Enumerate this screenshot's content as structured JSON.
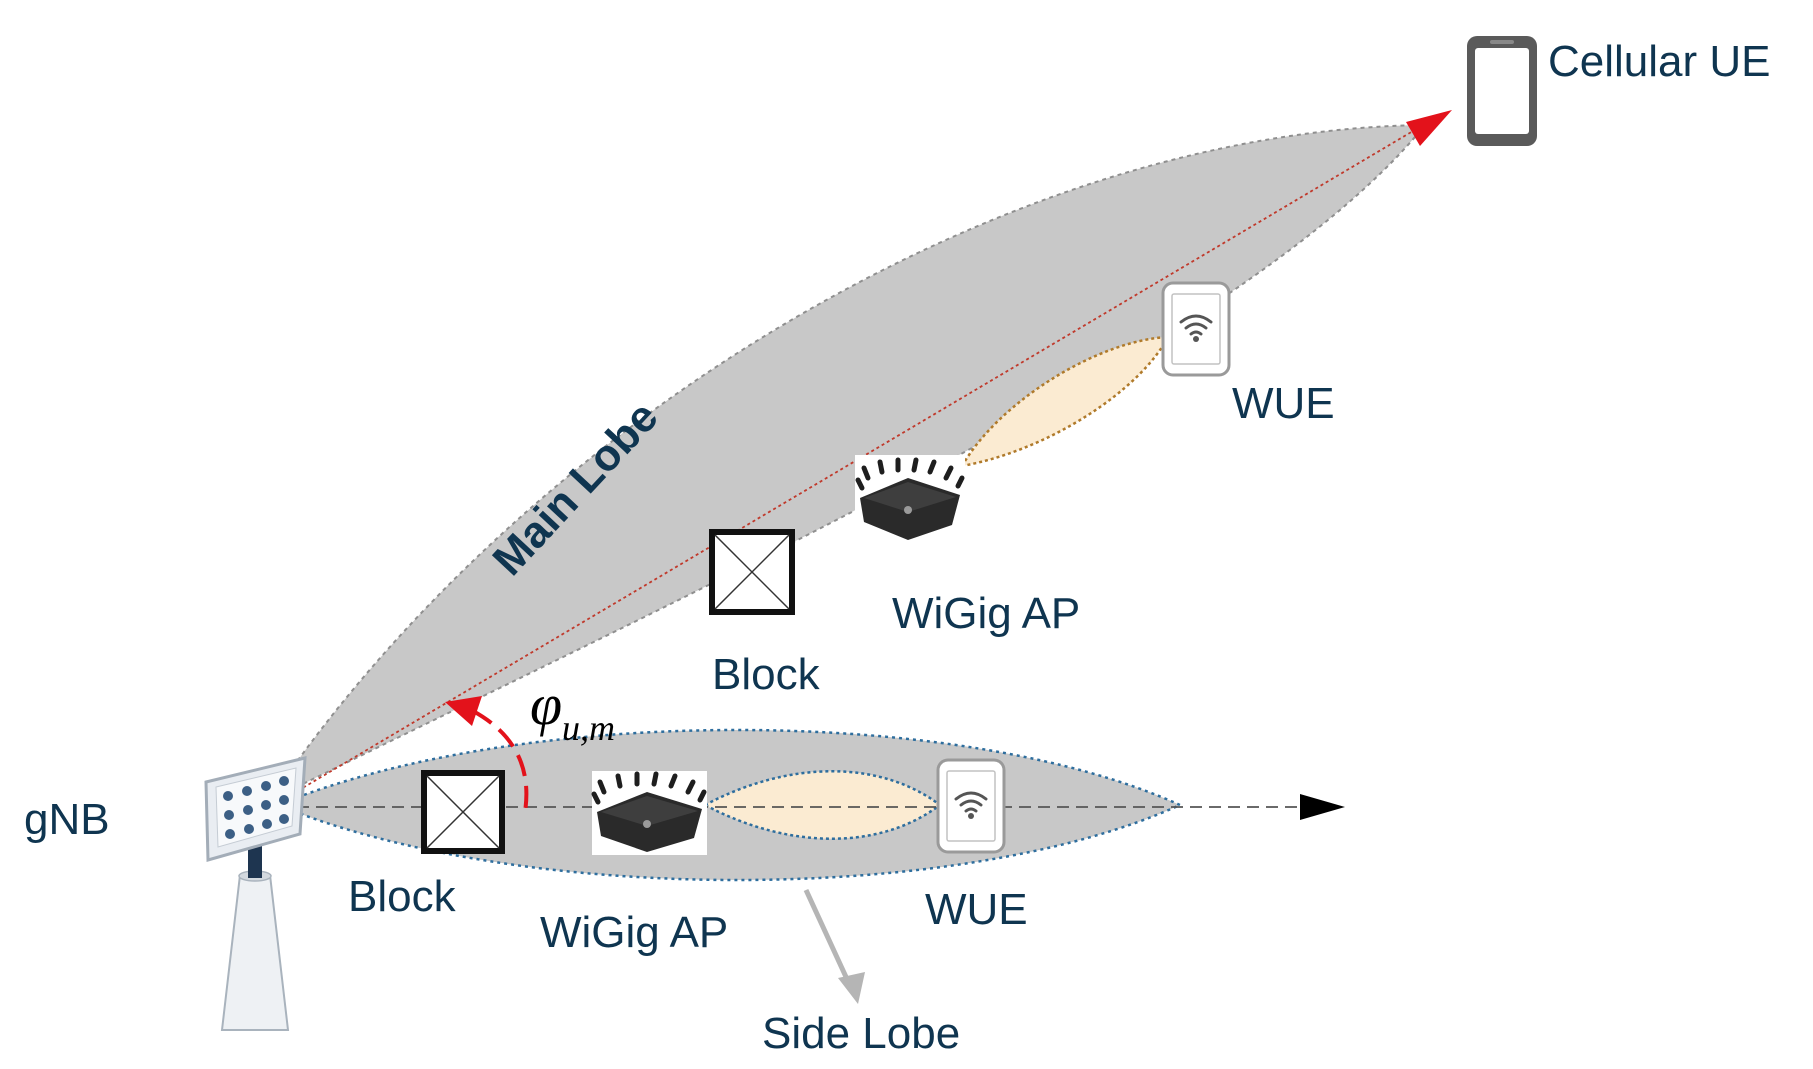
{
  "diagram": {
    "labels": {
      "cellular_ue": "Cellular UE",
      "main_lobe": "Main Lobe",
      "wue_main": "WUE",
      "wigig_ap_main": "WiGig AP",
      "block_main": "Block",
      "gnb": "gNB",
      "block_side": "Block",
      "wigig_ap_side": "WiGig AP",
      "wue_side": "WUE",
      "side_lobe": "Side Lobe",
      "angle_symbol": "φ",
      "angle_subscript": "u,m"
    },
    "colors": {
      "lobe_fill": "#c8c8c8",
      "wigig_link_fill": "#fbebd2",
      "main_ray": "#c0392b",
      "arrow_red": "#e3121b",
      "side_outline": "#2e6e9e",
      "label_text": "#0f3550"
    },
    "icons": [
      "base-station-icon",
      "smartphone-icon",
      "router-icon",
      "blockage-icon"
    ]
  }
}
